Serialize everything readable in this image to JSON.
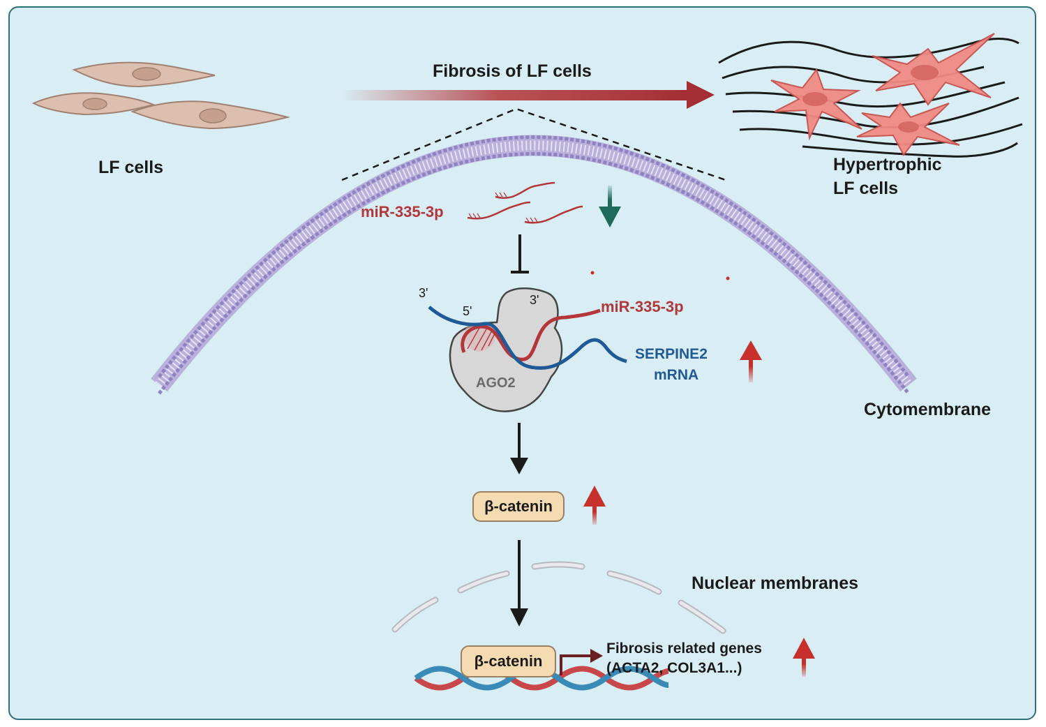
{
  "labels": {
    "lf_cells": "LF cells",
    "fibrosis_title": "Fibrosis of LF cells",
    "hypertrophic_line1": "Hypertrophic",
    "hypertrophic_line2": "LF cells",
    "mir_top": "miR-335-3p",
    "mir_complex": "miR-335-3p",
    "serpine_line1": "SERPINE2",
    "serpine_line2": "mRNA",
    "ago2": "AGO2",
    "three_prime_left": "3'",
    "five_prime": "5'",
    "three_prime_right": "3'",
    "cytomembrane": "Cytomembrane",
    "beta_catenin_cyto": "β-catenin",
    "nuclear_membranes": "Nuclear membranes",
    "beta_catenin_nucleus": "β-catenin",
    "fibrosis_genes_line1": "Fibrosis related genes",
    "fibrosis_genes_line2": "(ACTA2, COL3A1...)"
  },
  "colors": {
    "background": "#d9eef4",
    "border": "#2f6f79",
    "mirna_red": "#b3373a",
    "mrna_blue": "#1f5a96",
    "up_arrow_red": "#c8302c",
    "down_arrow_green": "#1f6b5a",
    "membrane_purple": "#9f93c8",
    "beta_catenin_fill": "#f5dbb2"
  }
}
